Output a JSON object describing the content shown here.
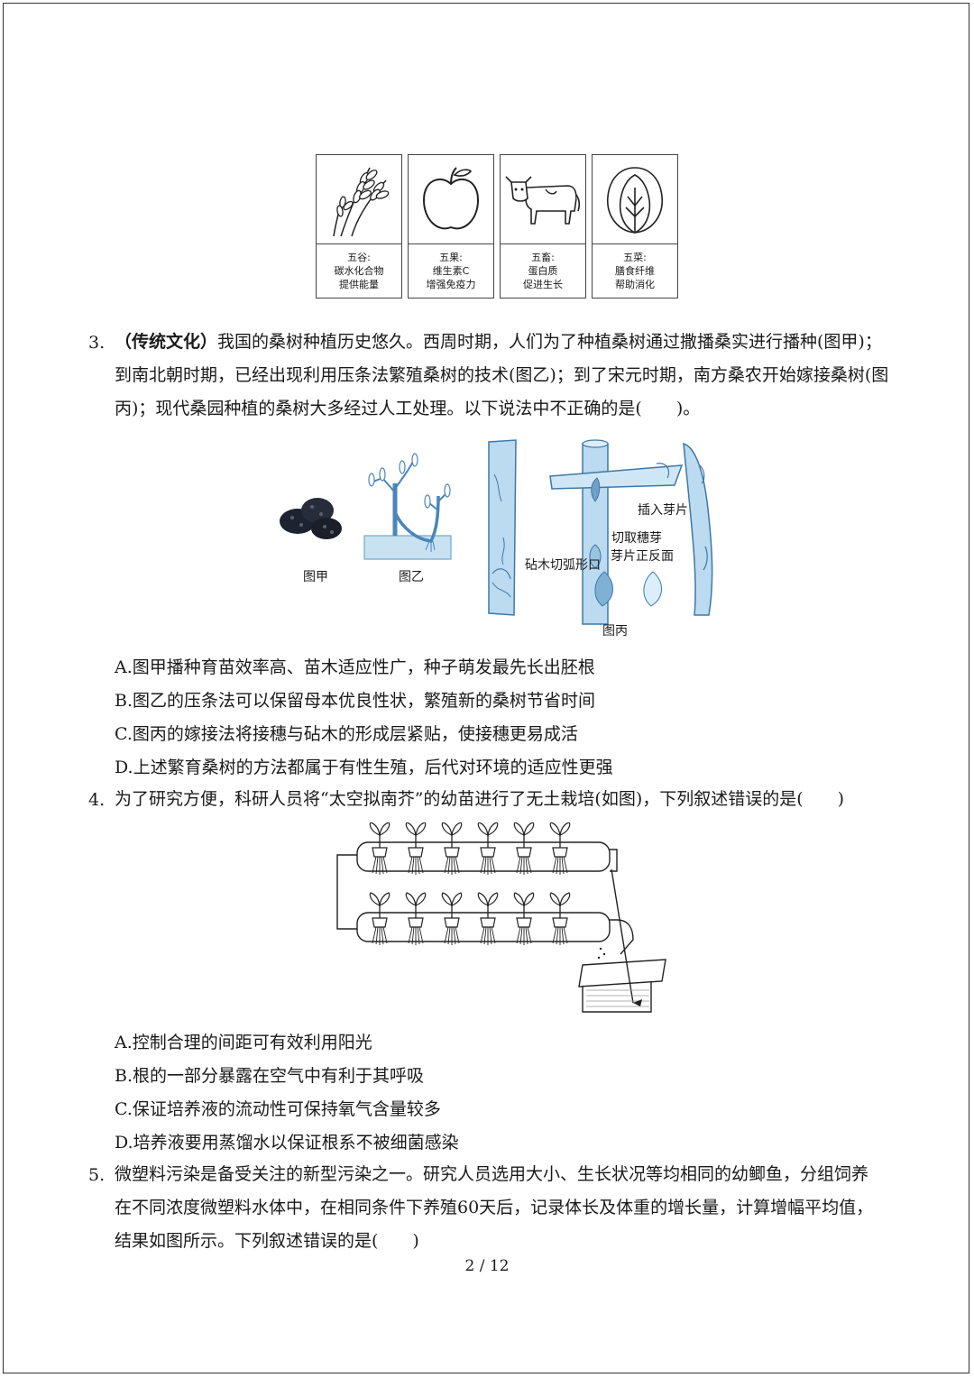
{
  "food_cards": [
    {
      "icon": "wheat-icon",
      "line1": "五谷:",
      "line2": "碳水化合物",
      "line3": "提供能量"
    },
    {
      "icon": "apple-icon",
      "line1": "五果:",
      "line2": "维生素C",
      "line3": "增强免疫力"
    },
    {
      "icon": "cow-icon",
      "line1": "五畜:",
      "line2": "蛋白质",
      "line3": "促进生长"
    },
    {
      "icon": "cabbage-icon",
      "line1": "五菜:",
      "line2": "膳食纤维",
      "line3": "帮助消化"
    }
  ],
  "q3": {
    "number": "3.",
    "tag": "（传统文化）",
    "line1": "我国的桑树种植历史悠久。西周时期，人们为了种植桑树通过撒播桑实进行播种(图甲)；",
    "line2": "到南北朝时期，已经出现利用压条法繁殖桑树的技术(图乙)；到了宋元时期，南方桑农开始嫁接桑树(图",
    "line3": "丙)；现代桑园种植的桑树大多经过人工处理。以下说法中不正确的是(　　)。",
    "fig_labels": {
      "jia": "图甲",
      "yi": "图乙",
      "bing": "图丙",
      "insert": "插入芽片",
      "cut_bud": "切取穗芽",
      "bud_sides": "芽片正反面",
      "stock_cut": "砧木切弧形口"
    },
    "options": [
      "A.图甲播种育苗效率高、苗木适应性广，种子萌发最先长出胚根",
      "B.图乙的压条法可以保留母本优良性状，繁殖新的桑树节省时间",
      "C.图丙的嫁接法将接穗与砧木的形成层紧贴，使接穗更易成活",
      "D.上述繁育桑树的方法都属于有性生殖，后代对环境的适应性更强"
    ]
  },
  "q4": {
    "number": "4.",
    "line1": "为了研究方便，科研人员将“太空拟南芥”的幼苗进行了无土栽培(如图)，下列叙述错误的是(　　)",
    "options": [
      "A.控制合理的间距可有效利用阳光",
      "B.根的一部分暴露在空气中有利于其呼吸",
      "C.保证培养液的流动性可保持氧气含量较多",
      "D.培养液要用蒸馏水以保证根系不被细菌感染"
    ]
  },
  "q5": {
    "number": "5.",
    "line1": "微塑料污染是备受关注的新型污染之一。研究人员选用大小、生长状况等均相同的幼鲫鱼，分组饲养",
    "line2": "在不同浓度微塑料水体中，在相同条件下养殖60天后，记录体长及体重的增长量，计算增幅平均值，",
    "line3": "结果如图所示。下列叙述错误的是(　　)"
  },
  "footer": {
    "page": "2 / 12"
  }
}
